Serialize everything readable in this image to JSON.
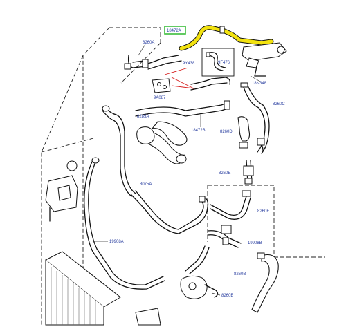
{
  "colors": {
    "highlight": "#f2e20f",
    "callout_box": "#3bbd3b",
    "label_text": "#2a3fa0",
    "red_leader": "#d62020",
    "line": "#111111"
  },
  "callouts": {
    "hose_18472a": "18472A",
    "hose_8260a": "8260A",
    "hose_9y438": "9Y438",
    "hose_9f476": "9F476",
    "bracket_9a087": "9A087",
    "hose_18n348": "18N348",
    "hose_8260c": "8260C",
    "tank_8285a": "8285A",
    "hose_18472b": "18472B",
    "hose_8260d": "8260D",
    "hose_8075a": "8075A",
    "hose_8260e": "8260E",
    "hose_8260f": "8260F",
    "hose_19908a": "19908A",
    "hose_19908b": "19908B",
    "hose_8260b_right": "8260B",
    "hose_8260b_bottom": "8260B"
  }
}
